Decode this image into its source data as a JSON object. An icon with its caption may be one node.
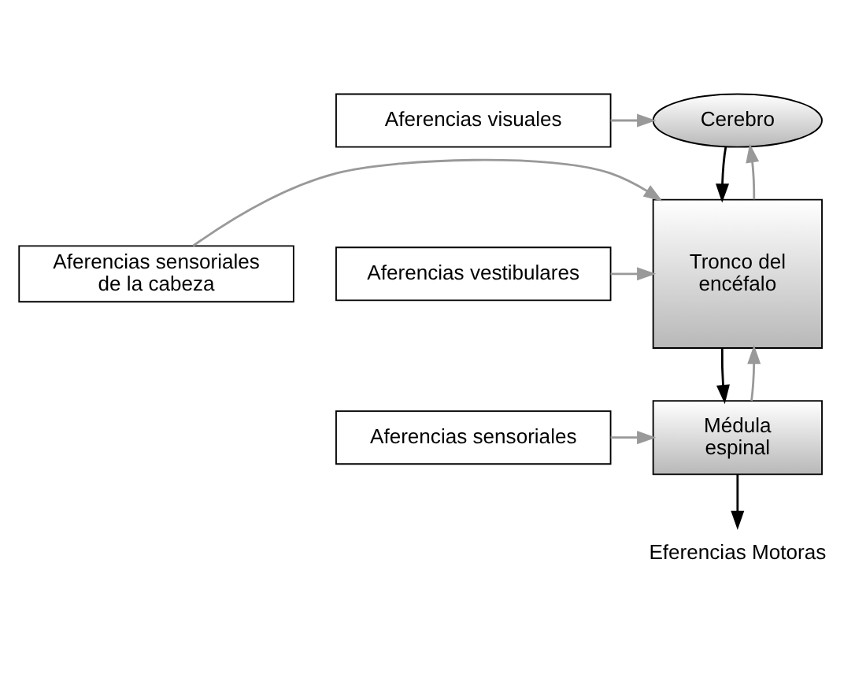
{
  "diagram": {
    "nodes": [
      {
        "text": [
          "Cerebro"
        ]
      },
      {
        "text": [
          "Aferencias visuales"
        ]
      },
      {
        "text": [
          "Tronco del encéfalo"
        ]
      },
      {
        "text": [
          "Aferencias sensoriales de la cabeza"
        ]
      },
      {
        "text": [
          "Aferencias vestibulares"
        ]
      },
      {
        "text": [
          "Médula espinal"
        ]
      },
      {
        "text": [
          "Aferencias sensoriales"
        ]
      },
      {
        "text": [
          "Eferencias Motoras"
        ]
      }
    ],
    "edges": [
      {
        "from": 0,
        "to": 2,
        "arrow": "to",
        "color": "#000000"
      },
      {
        "from": 2,
        "to": 0,
        "arrow": "to"
      },
      {
        "from": 1,
        "to": 0,
        "arrow": "to"
      },
      {
        "from": 3,
        "to": 2,
        "arrow": "to"
      },
      {
        "from": 4,
        "to": 2,
        "arrow": "to"
      },
      {
        "from": 2,
        "to": 5,
        "arrow": "to",
        "color": "#000000"
      },
      {
        "from": 5,
        "to": 2,
        "arrow": "to"
      },
      {
        "from": 6,
        "to": 5,
        "arrow": "to"
      },
      {
        "from": 5,
        "to": 7,
        "arrow": "to",
        "color": "#000000"
      }
    ]
  }
}
